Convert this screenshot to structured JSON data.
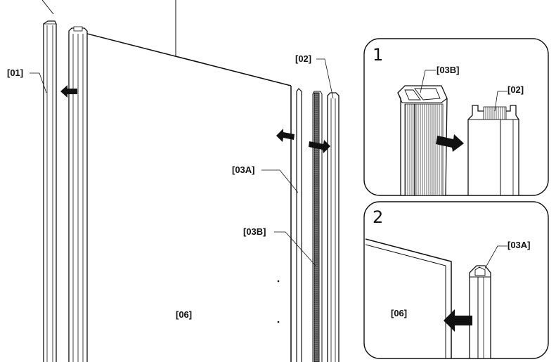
{
  "main_view": {
    "labels": {
      "frame_profile": "[01]",
      "wall_profile": "[02]",
      "seal_a": "[03A]",
      "seal_b": "[03B]",
      "glass_panel": "[06]"
    }
  },
  "detail_1": {
    "step_number": "1",
    "labels": {
      "seal_b": "[03B]",
      "wall_profile": "[02]"
    }
  },
  "detail_2": {
    "step_number": "2",
    "labels": {
      "seal_a": "[03A]",
      "glass_panel": "[06]"
    }
  },
  "colors": {
    "line": "#111111",
    "arrow": "#111111",
    "background": "#ffffff"
  },
  "icons": {
    "arrow": "arrow-icon"
  }
}
